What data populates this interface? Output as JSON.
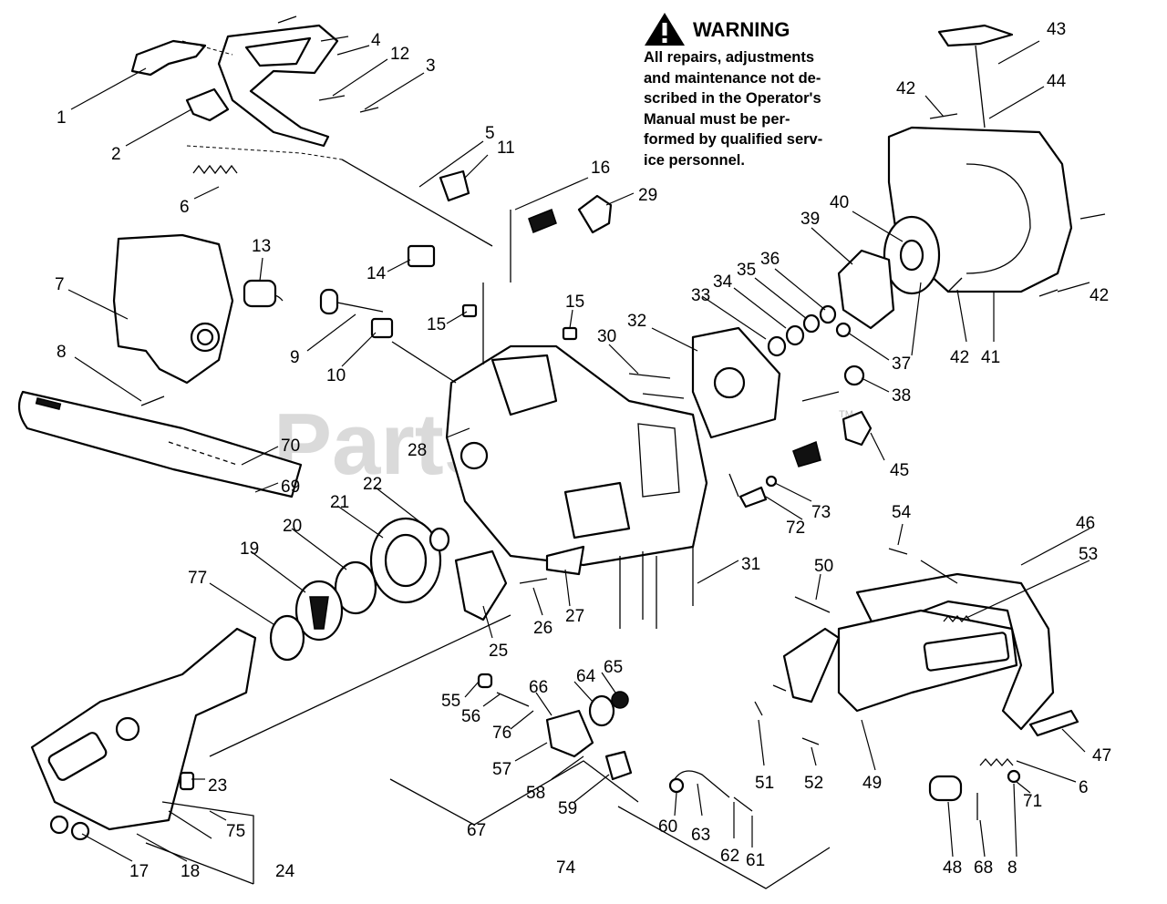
{
  "warning": {
    "title": "WARNING",
    "lines": [
      "All repairs, adjustments",
      "and maintenance not de-",
      "scribed in the Operator's",
      "Manual must be per-",
      "formed by qualified serv-",
      "ice personnel."
    ]
  },
  "watermark": {
    "text": "PartsTree",
    "tm": "TM"
  },
  "part_numbers": [
    "1",
    "2",
    "3",
    "4",
    "5",
    "6",
    "7",
    "8",
    "9",
    "10",
    "11",
    "12",
    "13",
    "14",
    "15",
    "16",
    "17",
    "18",
    "19",
    "20",
    "21",
    "22",
    "23",
    "24",
    "25",
    "26",
    "27",
    "28",
    "29",
    "30",
    "31",
    "32",
    "33",
    "34",
    "35",
    "36",
    "37",
    "38",
    "39",
    "40",
    "41",
    "42",
    "43",
    "44",
    "45",
    "46",
    "47",
    "48",
    "49",
    "50",
    "51",
    "52",
    "53",
    "54",
    "55",
    "56",
    "57",
    "58",
    "59",
    "60",
    "61",
    "62",
    "63",
    "64",
    "65",
    "66",
    "67",
    "68",
    "69",
    "70",
    "71",
    "72",
    "73",
    "74",
    "75",
    "76",
    "77"
  ],
  "extra_labels": {
    "42b": "42",
    "42c": "42",
    "15b": "15",
    "6b": "6",
    "8b": "8"
  }
}
